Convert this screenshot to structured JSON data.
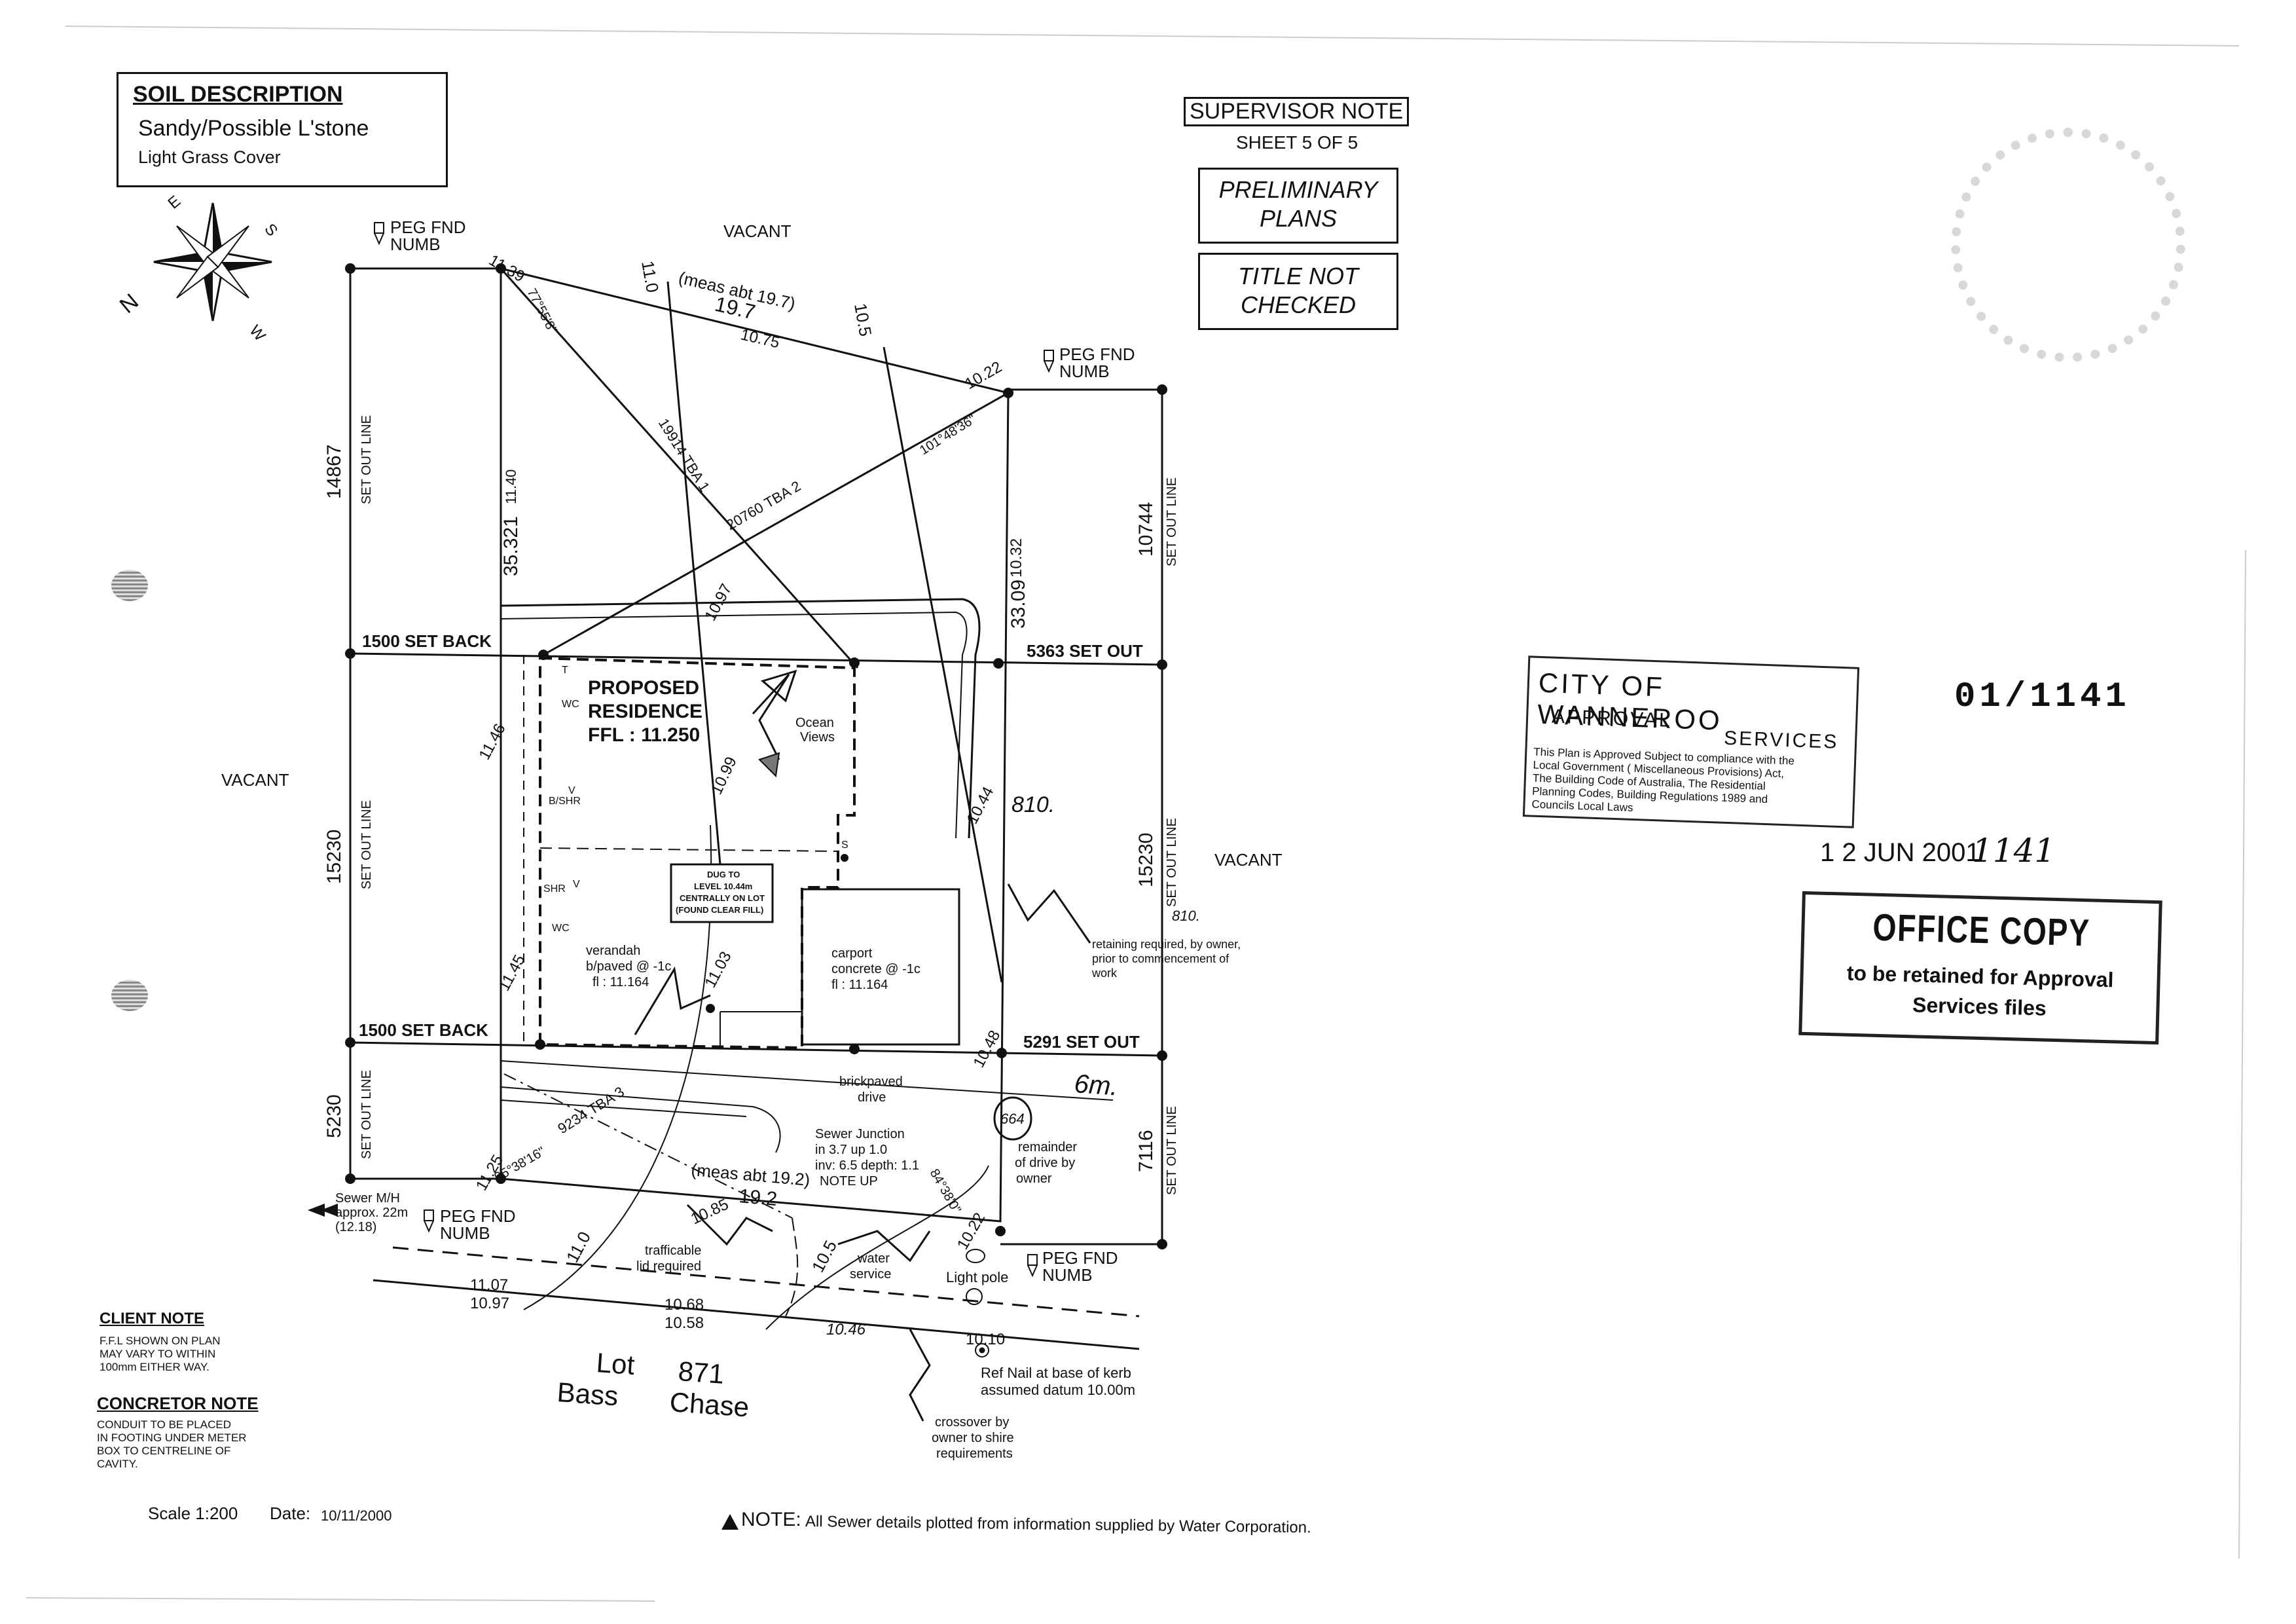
{
  "soil": {
    "heading": "SOIL DESCRIPTION",
    "line1": "Sandy/Possible L'stone",
    "line2": "Light Grass Cover"
  },
  "supervisor": {
    "heading": "SUPERVISOR NOTE",
    "sheet": "SHEET 5 OF 5",
    "prelim": [
      "PRELIMINARY",
      "PLANS"
    ],
    "title_not": [
      "TITLE NOT",
      "CHECKED"
    ]
  },
  "compass": {
    "n": "N",
    "s": "S",
    "e": "E",
    "w": "W"
  },
  "council": {
    "name": "CITY OF WANNEROO",
    "approval": "APPROVAL",
    "services": "SERVICES",
    "text": [
      "This Plan is Approved Subject to compliance with the",
      "Local Government ( Miscellaneous Provisions) Act,",
      "The Building Code of Australia, The Residential",
      "Planning Codes, Building Regulations 1989 and",
      "Councils Local Laws"
    ],
    "date": "1 2 JUN 2001",
    "handwritten": "1141",
    "ref": "01/1141"
  },
  "office_copy": {
    "title": "OFFICE COPY",
    "line1": "to be retained for Approval",
    "line2": "Services files"
  },
  "plan": {
    "vacant": "VACANT",
    "peg": [
      "PEG FND",
      "NUMB"
    ],
    "set_out_line": "SET OUT LINE",
    "set_back_top": "1500 SET BACK",
    "set_back_bottom": "1500 SET BACK",
    "set_out_top": "5363 SET OUT",
    "set_out_bottom": "5291 SET OUT",
    "dims_left": [
      "14867",
      "15230",
      "5230"
    ],
    "dims_right": [
      "10744",
      "15230",
      "7116"
    ],
    "boundary_top": [
      "(meas abt 19.7)",
      "19.7"
    ],
    "boundary_bottom": [
      "(meas abt 19.2)",
      "19.2"
    ],
    "side_left": "35.321",
    "side_right": "33.09",
    "angles": [
      "77°55'8\"",
      "101°48'36\"",
      "95°38'16\"",
      "84°38'0\""
    ],
    "tba": [
      "19914 TBA 1",
      "20760 TBA 2",
      "9234 TBA 3"
    ],
    "levels": [
      "11.39",
      "11.0",
      "10.75",
      "10.5",
      "10.22",
      "11.40",
      "10.97",
      "10.32",
      "11.46",
      "10.99",
      "10.44",
      "11.45",
      "11.03",
      "10.48",
      "11.25",
      "10.85",
      "10.22",
      "11.0",
      "10.5",
      "11.07",
      "10.97",
      "10.68",
      "10.58",
      "10.10",
      "10.46"
    ],
    "residence": [
      "PROPOSED",
      "RESIDENCE",
      "FFL : 11.250"
    ],
    "ocean": [
      "Ocean",
      "Views"
    ],
    "dug": [
      "DUG TO",
      "LEVEL 10.44m",
      "CENTRALLY ON LOT",
      "(FOUND CLEAR FILL)"
    ],
    "verandah": [
      "verandah",
      "b/paved @ -1c",
      "fl : 11.164"
    ],
    "carport": [
      "carport",
      "concrete @ -1c",
      "fl : 11.164"
    ],
    "fixtures": [
      "T",
      "WC",
      "B/SHR",
      "V",
      "SHR",
      "V",
      "WC",
      "S"
    ],
    "brickpaved": [
      "brickpaved",
      "drive"
    ],
    "sewer_junction": [
      "Sewer Junction",
      "in 3.7 up 1.0",
      "inv: 6.5 depth: 1.1",
      "NOTE UP"
    ],
    "remainder": [
      "remainder",
      "of drive by",
      "owner"
    ],
    "retaining": [
      "retaining required, by owner,",
      "prior to commencement of",
      "work"
    ],
    "sewer_mh": [
      "Sewer M/H",
      "approx. 22m",
      "(12.18)"
    ],
    "trafficable": [
      "trafficable",
      "lid required"
    ],
    "water": [
      "water",
      "service"
    ],
    "light_pole": "Light pole",
    "ref_nail": [
      "Ref Nail at base of kerb",
      "assumed datum 10.00m"
    ],
    "crossover": [
      "crossover by",
      "owner to shire",
      "requirements"
    ],
    "lot": [
      "Lot",
      "871",
      "Bass",
      "Chase"
    ],
    "hand_6m": "6m.",
    "hand_664": "664",
    "hand_810": "810.",
    "hand_810b": "810."
  },
  "notes": {
    "client_head": "CLIENT NOTE",
    "client_body": [
      "F.F.L SHOWN ON PLAN",
      "MAY VARY TO WITHIN",
      "100mm EITHER WAY."
    ],
    "concretor_head": "CONCRETOR NOTE",
    "concretor_body": [
      "CONDUIT TO BE PLACED",
      "IN FOOTING UNDER METER",
      "BOX TO CENTRELINE OF",
      "CAVITY."
    ],
    "scale": "Scale 1:200",
    "date_label": "Date:",
    "date_value": "10/11/2000",
    "note_label": "NOTE:",
    "note_text": "All Sewer details plotted from information supplied by Water Corporation."
  }
}
